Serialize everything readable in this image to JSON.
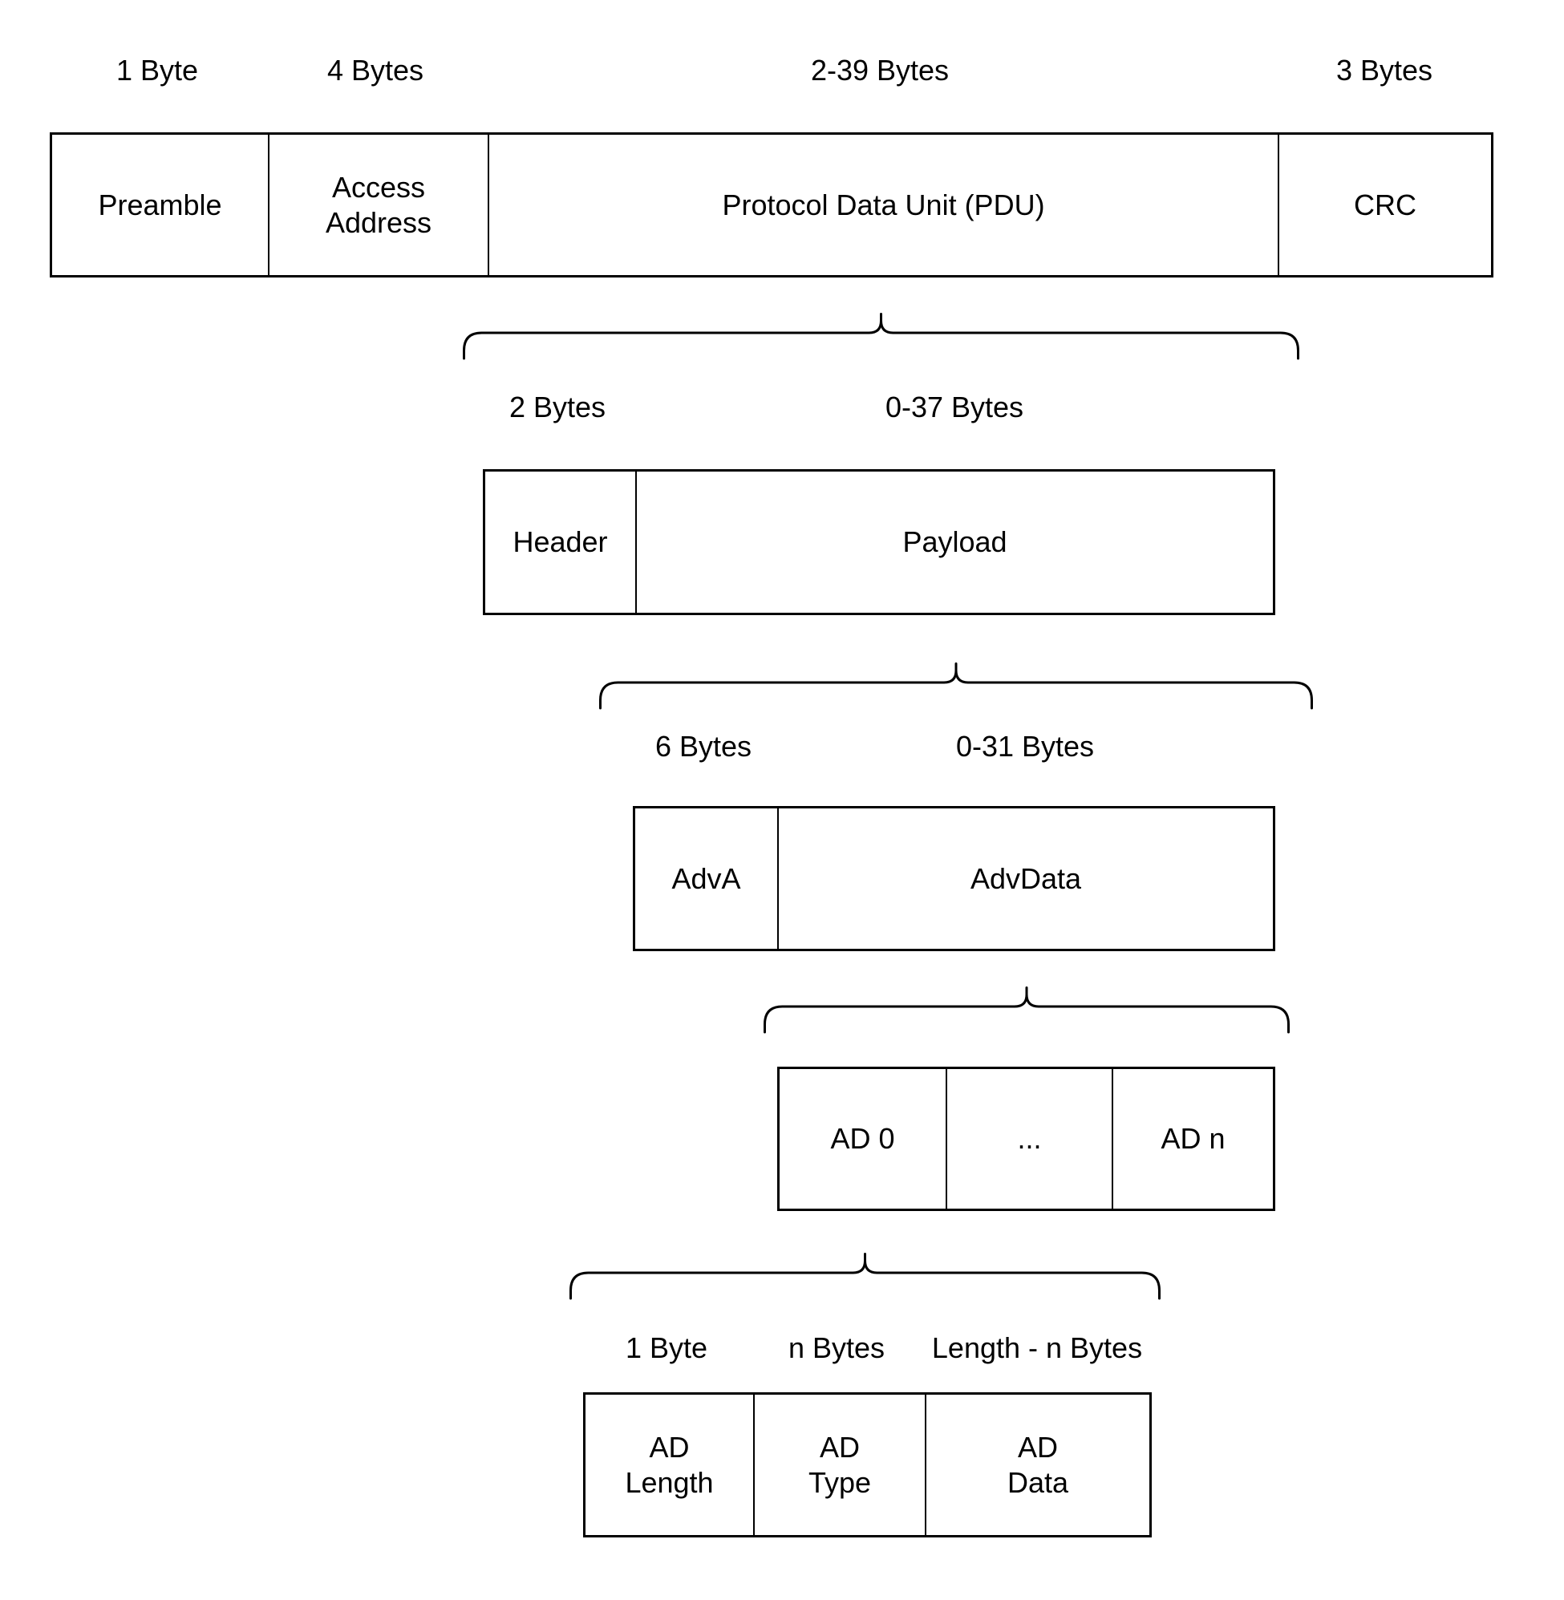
{
  "colors": {
    "background": "#ffffff",
    "line": "#000000",
    "text": "#000000"
  },
  "diagram": {
    "packet": {
      "size_labels": [
        "1 Byte",
        "4 Bytes",
        "2-39 Bytes",
        "3 Bytes"
      ],
      "cells": [
        "Preamble",
        "Access\nAddress",
        "Protocol Data Unit (PDU)",
        "CRC"
      ]
    },
    "pdu": {
      "size_labels": [
        "2 Bytes",
        "0-37 Bytes"
      ],
      "cells": [
        "Header",
        "Payload"
      ]
    },
    "payload": {
      "size_labels": [
        "6 Bytes",
        "0-31 Bytes"
      ],
      "cells": [
        "AdvA",
        "AdvData"
      ]
    },
    "advdata": {
      "cells": [
        "AD 0",
        "...",
        "AD n"
      ]
    },
    "ad_structure": {
      "size_labels": [
        "1 Byte",
        "n Bytes",
        "Length - n Bytes"
      ],
      "cells": [
        "AD\nLength",
        "AD\nType",
        "AD\nData"
      ]
    }
  }
}
